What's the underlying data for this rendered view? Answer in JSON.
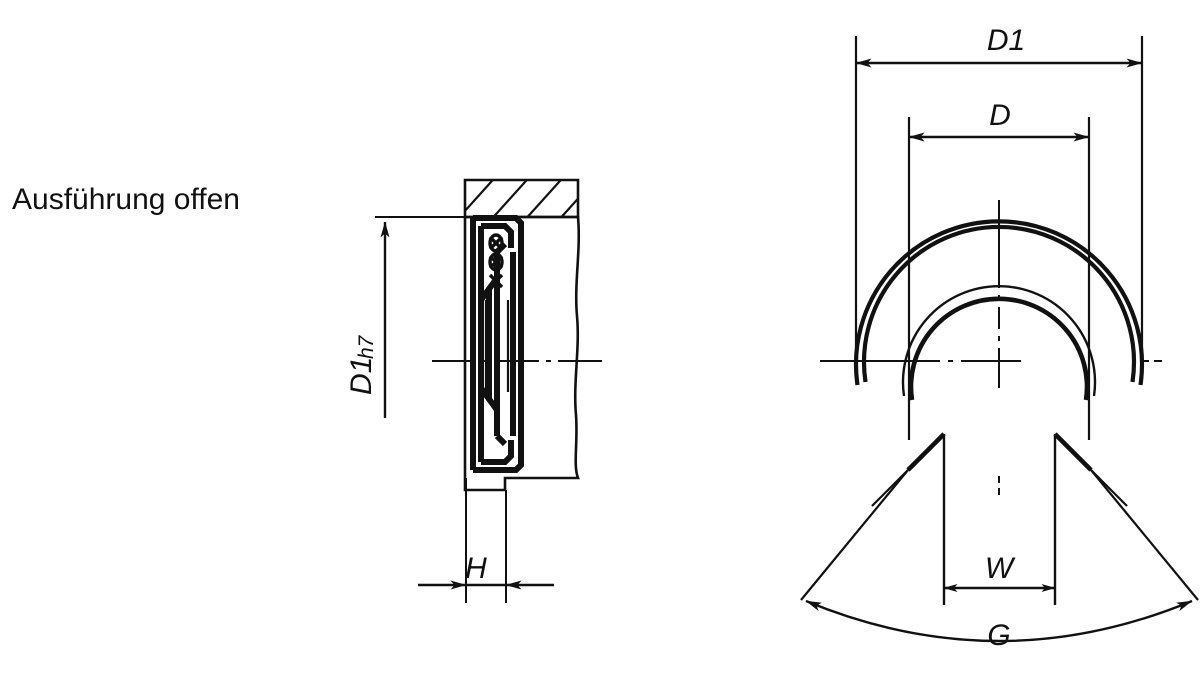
{
  "drawing": {
    "variant_label": "Ausführung offen",
    "background_color": "#ffffff",
    "line_color": "#111111",
    "dimensions": {
      "height_outer": "D1",
      "height_outer_tolerance": "h7",
      "thickness": "H",
      "outer_diameter": "D1",
      "inner_diameter": "D",
      "gap_width": "W",
      "gap_arc": "G"
    },
    "views": {
      "section_view": {
        "name": "section-view",
        "dimension_labels": [
          "D1",
          "h7",
          "H"
        ]
      },
      "front_view": {
        "name": "front-view",
        "dimension_labels": [
          "D1",
          "D",
          "W",
          "G"
        ]
      }
    }
  }
}
